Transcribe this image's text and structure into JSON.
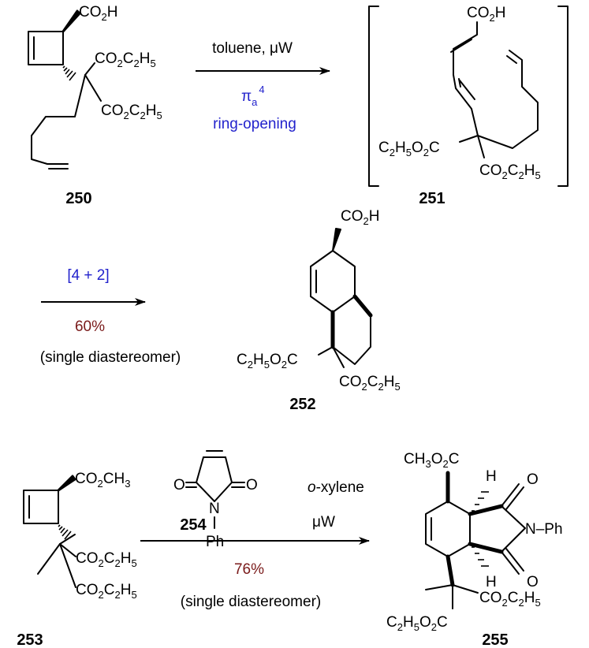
{
  "compounds": {
    "c250": "250",
    "c251": "251",
    "c252": "252",
    "c253": "253",
    "c254": "254",
    "c255": "255"
  },
  "groups": {
    "co2h": "CO",
    "co2h_sub": "2",
    "co2h_h": "H",
    "co2et_a": "CO",
    "sub2": "2",
    "c": "C",
    "h": "H",
    "sub5": "5",
    "et_left_a": "C",
    "o": "O",
    "me": "CH",
    "sub3": "3",
    "n": "N",
    "ph": "Ph",
    "dash_ph": "–Ph",
    "o_atom": "O"
  },
  "reactions": {
    "r1": {
      "conditions": "toluene, μW",
      "pi": "π",
      "pi_sub": "a",
      "pi_sup": "4",
      "type": "ring-opening"
    },
    "r2": {
      "type": "[4 + 2]",
      "yield": "60%",
      "note": "(single diastereomer)"
    },
    "r3": {
      "solvent_italic": "o",
      "solvent_rest": "-xylene",
      "energy": "μW",
      "yield": "76%",
      "note": "(single diastereomer)"
    }
  },
  "colors": {
    "blue": "#2222cc",
    "red": "#7a1a1a",
    "black": "#000000"
  }
}
